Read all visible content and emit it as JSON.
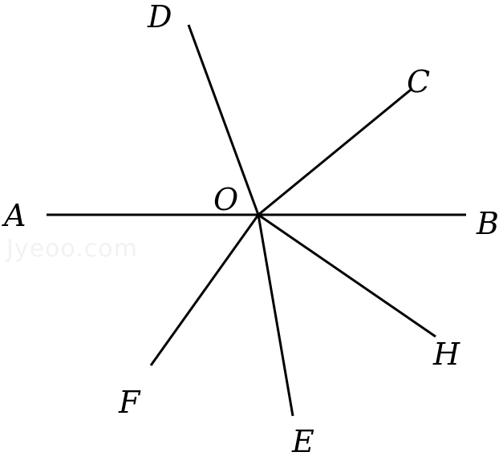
{
  "diagram": {
    "center": "O",
    "points": {
      "A": "A",
      "B": "B",
      "C": "C",
      "D": "D",
      "E": "E",
      "F": "F",
      "H": "H",
      "O": "O"
    },
    "segments": [
      "AB",
      "OC",
      "OD",
      "OE",
      "OF",
      "OH"
    ],
    "watermark": "Jyeoo.com",
    "line_color": "#000000"
  }
}
